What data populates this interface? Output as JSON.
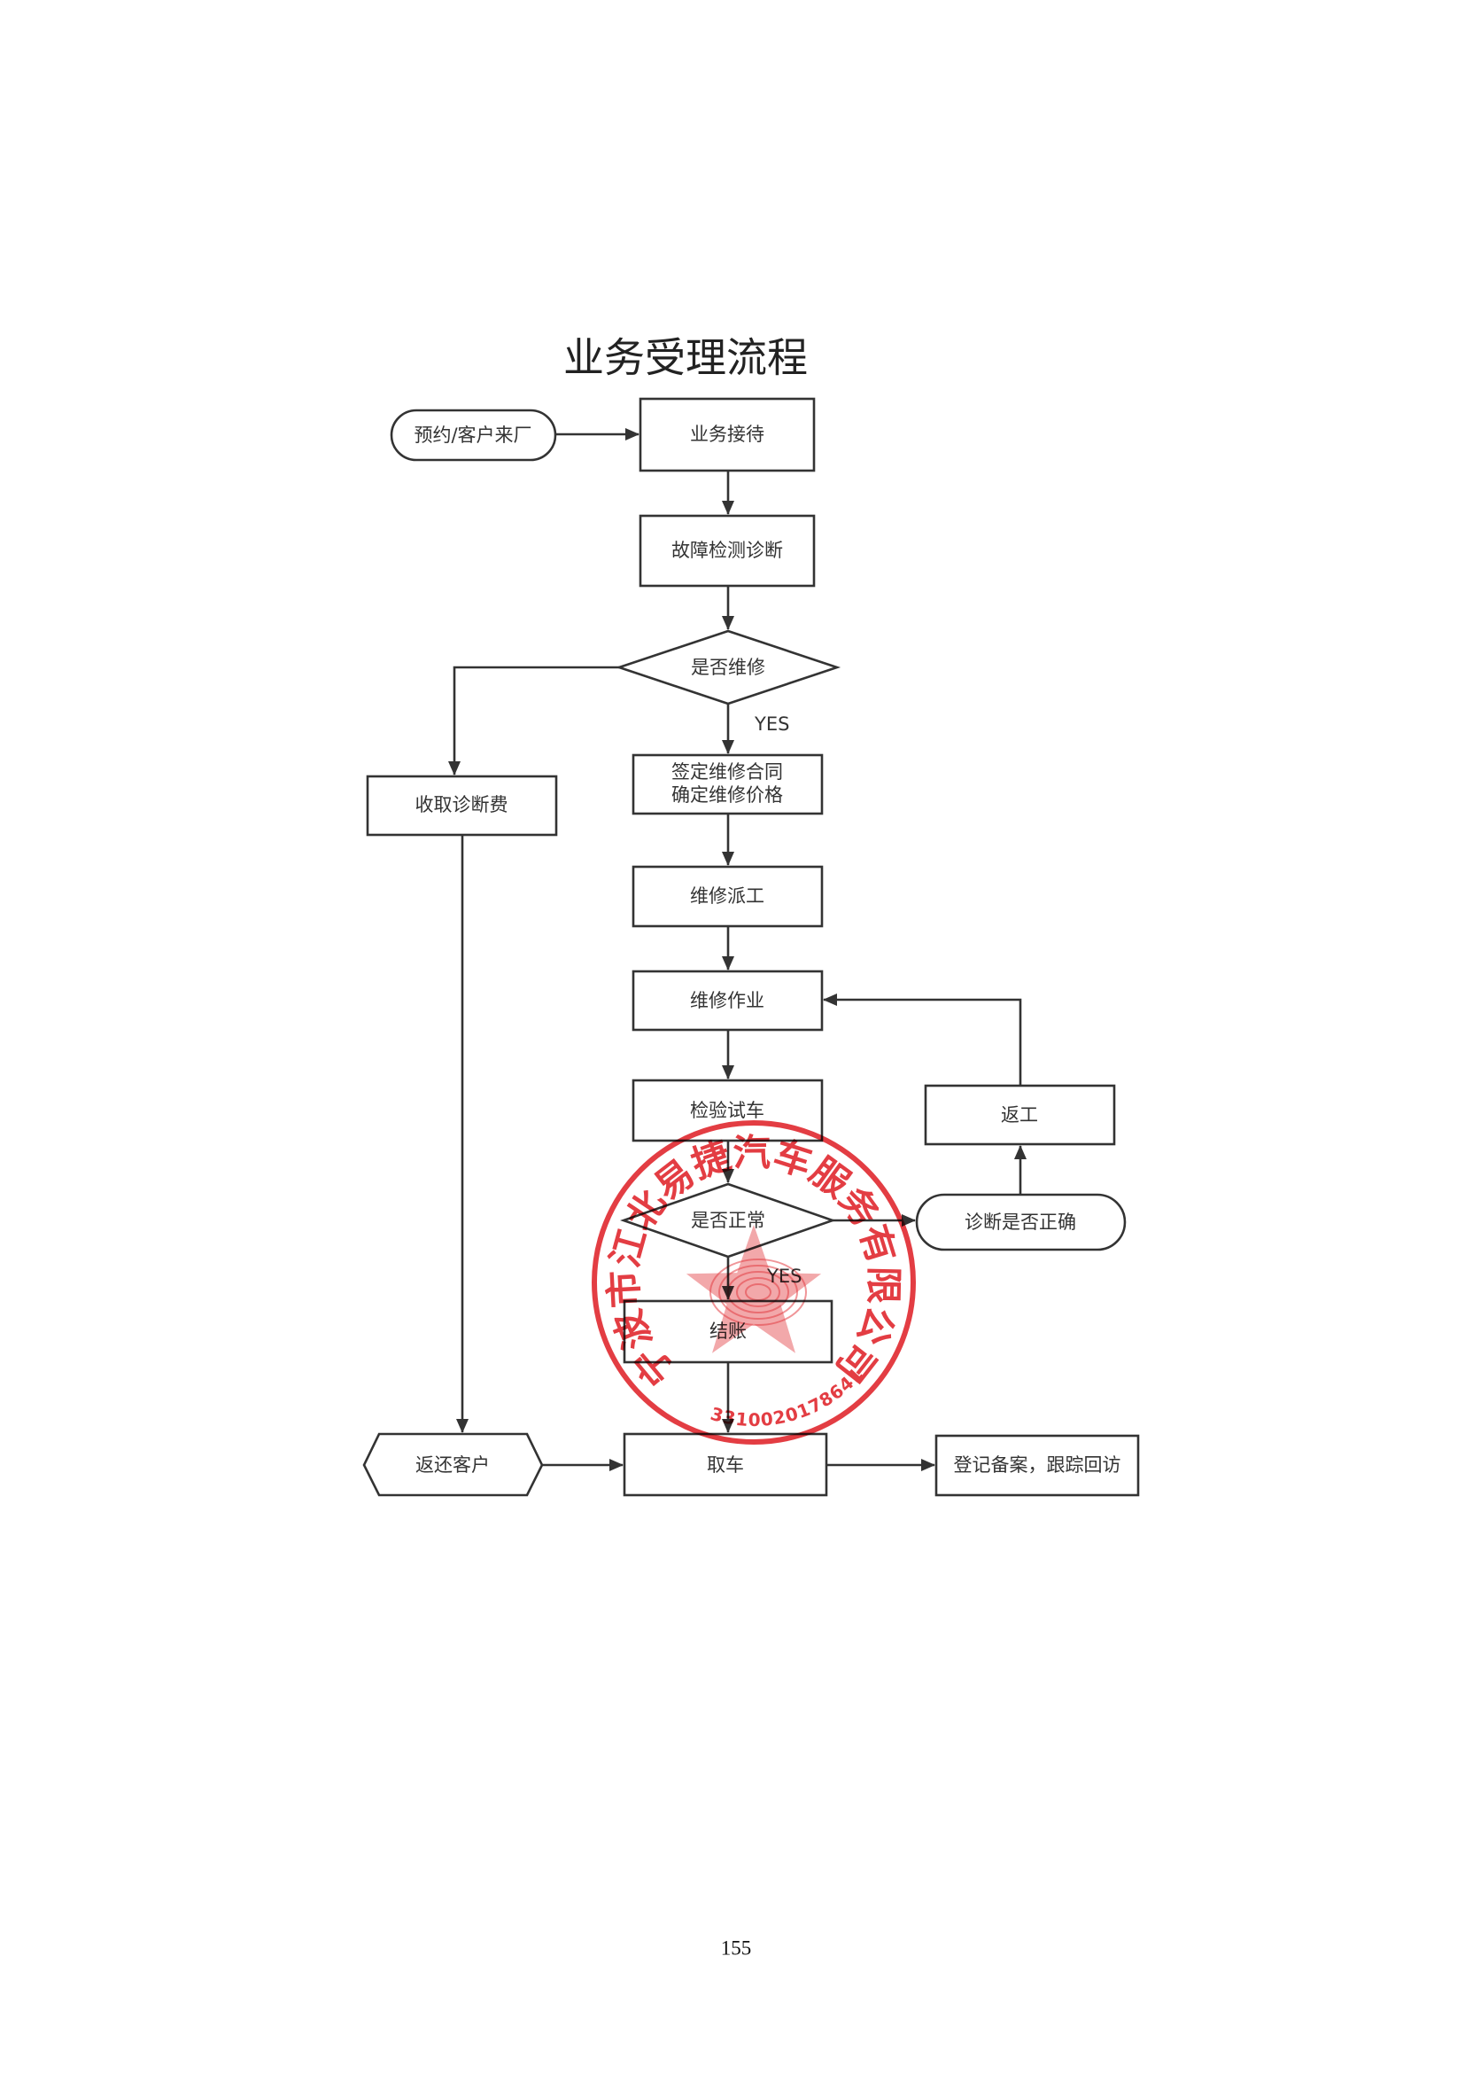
{
  "title": "业务受理流程",
  "nodes": {
    "appointment": "预约/客户来厂",
    "reception": "业务接待",
    "diagnosis": "故障检测诊断",
    "repair_decision": "是否维修",
    "contract": [
      "签定维修合同",
      "确定维修价格"
    ],
    "diagnosis_fee": "收取诊断费",
    "dispatch": "维修派工",
    "repair_work": "维修作业",
    "inspection": "检验试车",
    "rework": "返工",
    "normal_check": "是否正常",
    "diagnosis_correct": "诊断是否正确",
    "settlement": "结账",
    "return_customer": "返还客户",
    "pickup": "取车",
    "follow_up": "登记备案，跟踪回访"
  },
  "edge_labels": {
    "repair_yes": "YES",
    "normal_yes": "YES"
  },
  "seal": {
    "text": "宁波市江北易捷汽车服务有限公司",
    "number": "3310020178641"
  },
  "colors": {
    "line": "#333333",
    "seal": "#e0282e"
  },
  "page_number": "155"
}
